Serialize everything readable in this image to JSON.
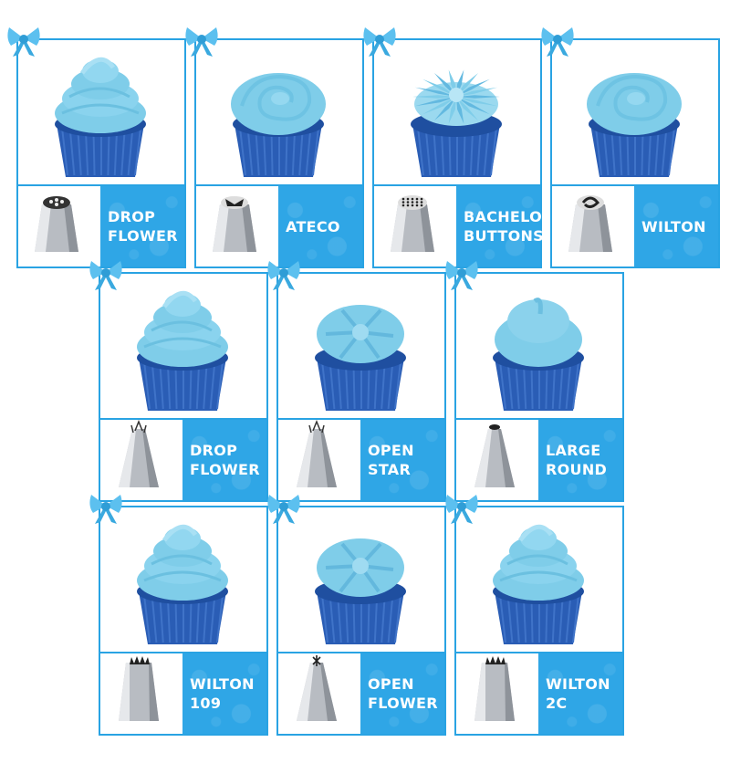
{
  "cards": [
    {
      "label": "DROP\nFLOWER",
      "tip_icon": "drop-flower-tip-icon",
      "frosting": "swirl",
      "tip_style": "holes"
    },
    {
      "label": "ATECO",
      "tip_icon": "ateco-tip-icon",
      "frosting": "rose",
      "tip_style": "petal"
    },
    {
      "label": "BACHELOR\nBUTTONS",
      "tip_icon": "bachelor-buttons-tip-icon",
      "frosting": "spiky",
      "tip_style": "grass"
    },
    {
      "label": "WILTON",
      "tip_icon": "wilton-tip-icon",
      "frosting": "rose",
      "tip_style": "rose"
    },
    {
      "label": "DROP\nFLOWER",
      "tip_icon": "drop-flower-tip-icon",
      "frosting": "swirl",
      "tip_style": "star"
    },
    {
      "label": "OPEN\nSTAR",
      "tip_icon": "open-star-tip-icon",
      "frosting": "star",
      "tip_style": "openstar"
    },
    {
      "label": "LARGE\nROUND",
      "tip_icon": "large-round-tip-icon",
      "frosting": "round",
      "tip_style": "round"
    },
    {
      "label": "WILTON\n109",
      "tip_icon": "wilton-109-tip-icon",
      "frosting": "swirl",
      "tip_style": "serrated"
    },
    {
      "label": "OPEN\nFLOWER",
      "tip_icon": "open-flower-tip-icon",
      "frosting": "star",
      "tip_style": "cross"
    },
    {
      "label": "WILTON\n2C",
      "tip_icon": "wilton-2c-tip-icon",
      "frosting": "swirl",
      "tip_style": "serrated"
    }
  ],
  "colors": {
    "accent": "#2fa6e6",
    "frosting": "#7fcde9",
    "cake": "#1f4fa0",
    "liner": "#2a5db5",
    "bow": "#5cc0ef"
  }
}
